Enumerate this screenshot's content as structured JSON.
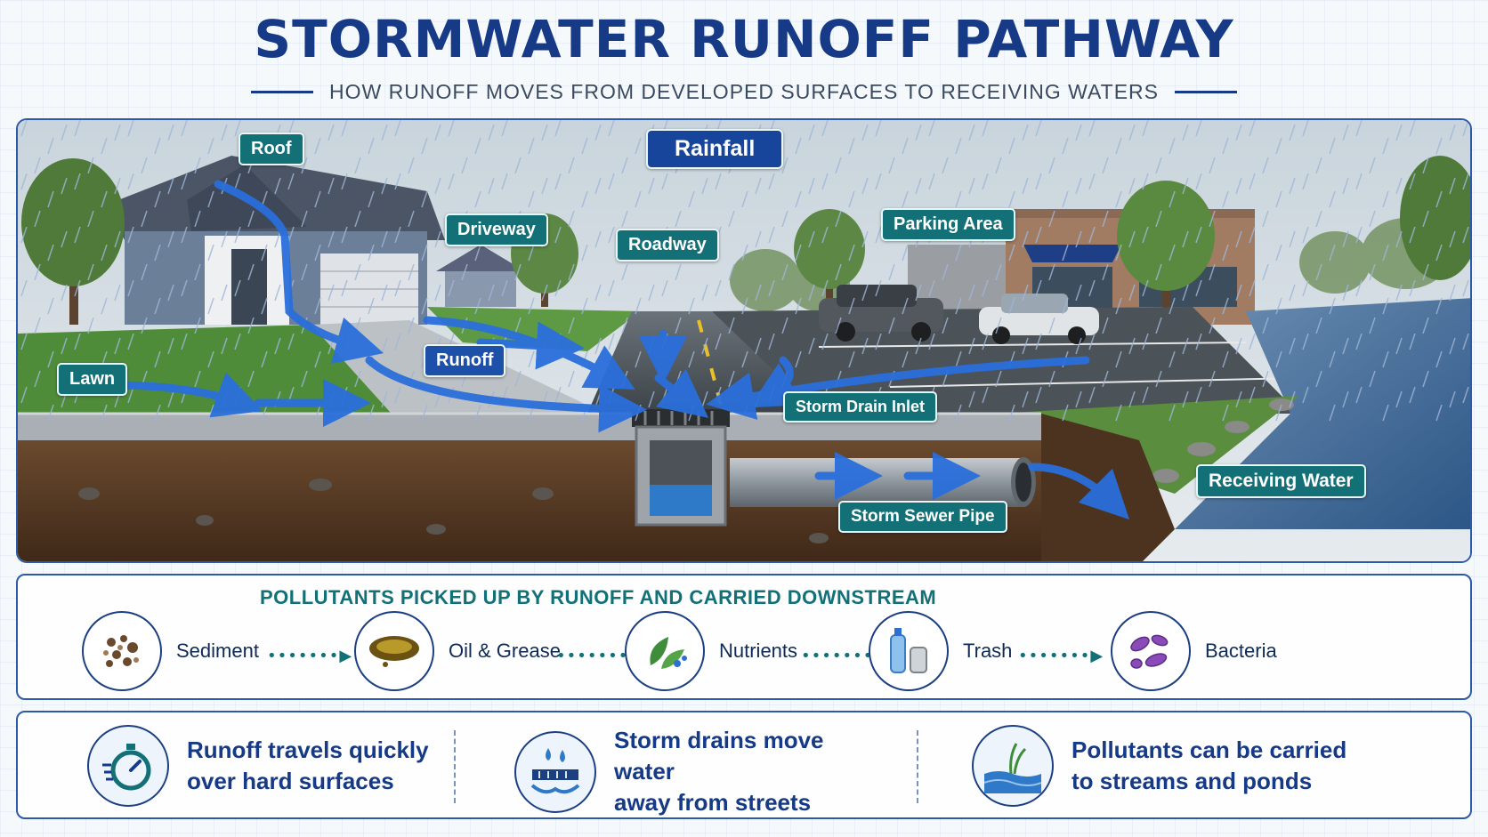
{
  "header": {
    "title": "STORMWATER RUNOFF PATHWAY",
    "subtitle": "HOW RUNOFF MOVES FROM DEVELOPED SURFACES TO RECEIVING WATERS"
  },
  "scene": {
    "labels": {
      "rainfall": "Rainfall",
      "roof": "Roof",
      "driveway": "Driveway",
      "roadway": "Roadway",
      "parking": "Parking Area",
      "lawn": "Lawn",
      "runoff": "Runoff",
      "storm_drain": "Storm Drain Inlet",
      "sewer_pipe": "Storm Sewer Pipe",
      "receiving": "Receiving Water"
    }
  },
  "pollutants": {
    "title": "POLLUTANTS PICKED UP BY RUNOFF AND CARRIED DOWNSTREAM",
    "items": [
      {
        "label": "Sediment",
        "icon": "sediment-icon"
      },
      {
        "label": "Oil & Grease",
        "icon": "oil-grease-icon"
      },
      {
        "label": "Nutrients",
        "icon": "nutrients-icon"
      },
      {
        "label": "Trash",
        "icon": "trash-icon"
      },
      {
        "label": "Bacteria",
        "icon": "bacteria-icon"
      }
    ]
  },
  "facts": [
    {
      "line1": "Runoff travels quickly",
      "line2": "over hard surfaces",
      "icon": "stopwatch-icon"
    },
    {
      "line1": "Storm drains move water",
      "line2": "away from streets",
      "icon": "storm-drain-icon"
    },
    {
      "line1": "Pollutants can be carried",
      "line2": "to streams and ponds",
      "icon": "pond-icon"
    }
  ],
  "colors": {
    "title_blue": "#163a86",
    "tag_teal": "#137077",
    "flow_blue": "#2a6fdb",
    "panel_border": "#2d5aa8"
  }
}
